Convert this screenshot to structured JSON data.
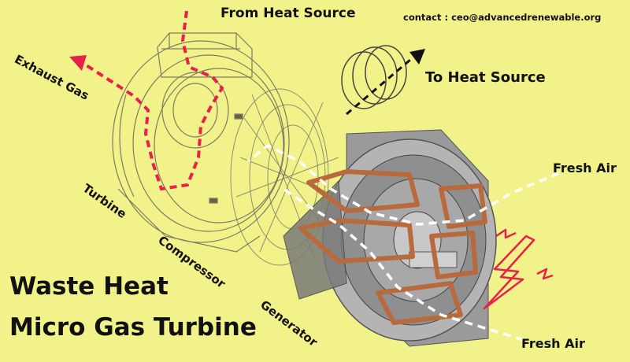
{
  "labels": {
    "from_heat_source": "From Heat Source",
    "contact": "contact : ceo@advancedrenewable.org",
    "exhaust_gas": "Exhaust Gas",
    "to_heat_source": "To Heat Source",
    "fresh_air_top": "Fresh Air",
    "fresh_air_bottom": "Fresh Air",
    "turbine": "Turbine",
    "compressor": "Compressor",
    "generator": "Generator"
  },
  "title": {
    "line1": "Waste Heat",
    "line2": "Micro Gas Turbine"
  },
  "colors": {
    "background": "#f2f28a",
    "exhaust_path": "#e8204a",
    "air_path": "#ffffff",
    "heat_arrow": "#111111",
    "spark": "#e8204a",
    "copper": "#b86a3c",
    "metal": "#8c8c8c"
  }
}
